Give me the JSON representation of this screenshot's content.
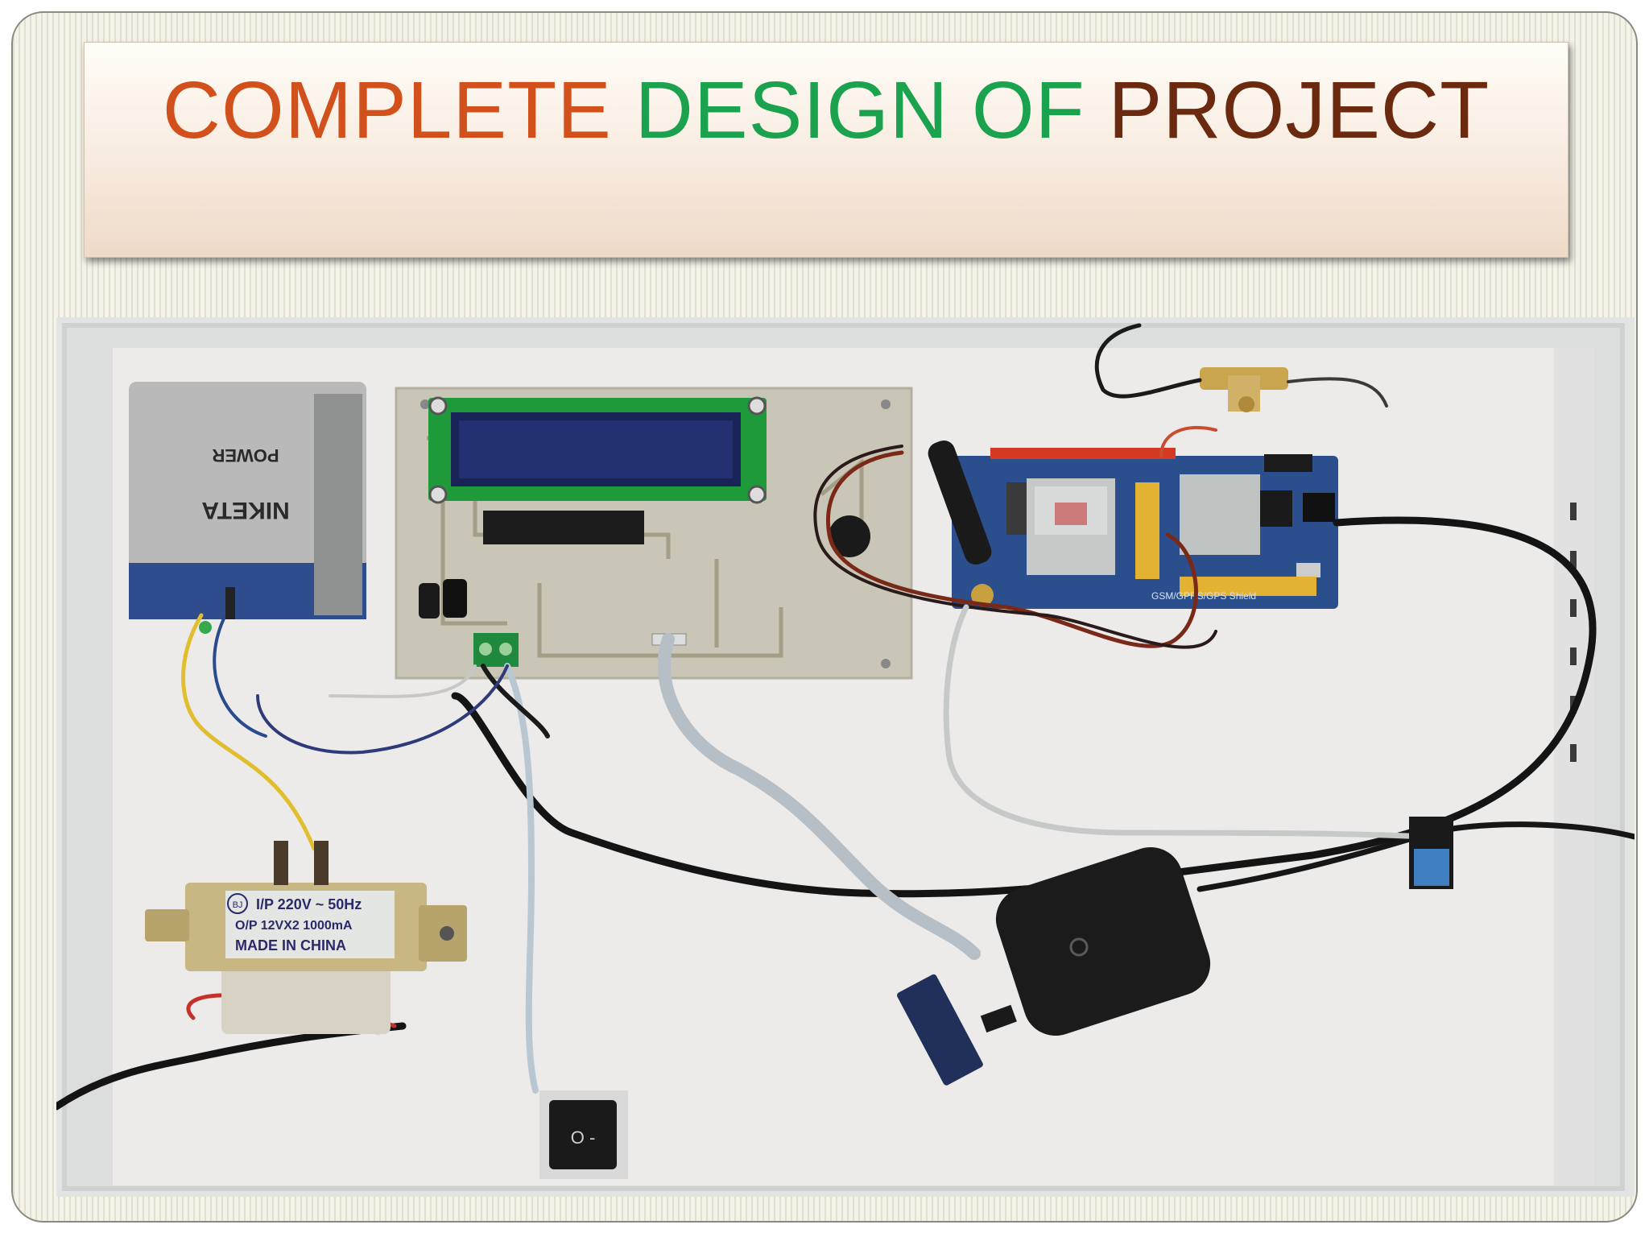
{
  "slide": {
    "title_part1": "COMPLETE",
    "title_part2": "DESIGN OF",
    "title_part3": "PROJECT",
    "title_colors": [
      "#d2501c",
      "#1aa24e",
      "#6b2a10"
    ]
  },
  "photo": {
    "battery_label_line1": "NIKETA",
    "battery_label_line2": "POWER",
    "transformer_line1": "I/P 220V ~ 50Hz",
    "transformer_line2": "O/P  12VX2  1000mA",
    "transformer_line3": "MADE IN CHINA",
    "transformer_logo": "BJ",
    "gsm_board_text": "GSM/GPRS/GPS Shield",
    "switch_symbols": "O -"
  }
}
